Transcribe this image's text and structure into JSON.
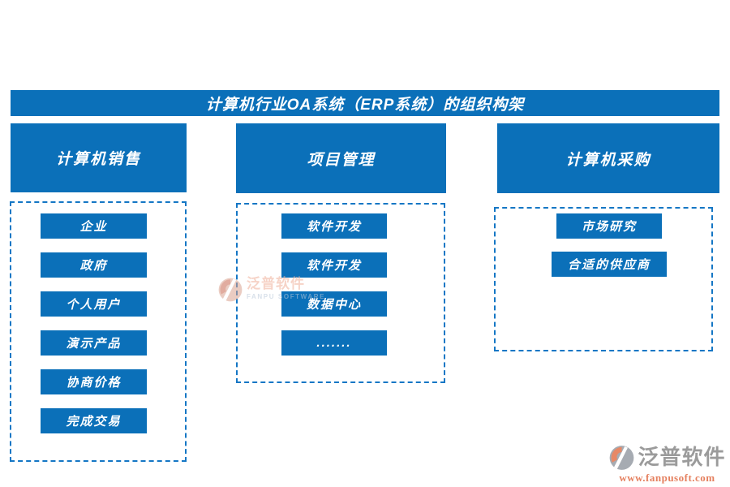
{
  "title": "计算机行业OA系统（ERP系统）的组织构架",
  "colors": {
    "primary_blue": "#0b70b9",
    "dashed_border_blue": "#1577c5",
    "node_text": "#ffffff",
    "logo_gray": "#9b9b9b",
    "logo_salmon": "#e5805f",
    "watermark_salmon": "#f0b09a",
    "watermark_blue_gray": "#b9c8d9"
  },
  "columns": [
    {
      "header": "计算机销售",
      "items": [
        "企业",
        "政府",
        "个人用户",
        "演示产品",
        "协商价格",
        "完成交易"
      ]
    },
    {
      "header": "项目管理",
      "items": [
        "软件开发",
        "软件开发",
        "数据中心",
        "......."
      ]
    },
    {
      "header": "计算机采购",
      "items": [
        "市场研究",
        "合适的供应商"
      ]
    }
  ],
  "watermark": {
    "icon": "fanpu-logo-icon",
    "name": "泛普软件",
    "subtitle": "FANPU SOFTWARE"
  },
  "footer_logo": {
    "icon": "fanpu-logo-icon",
    "name": "泛普软件",
    "url": "www.fanpusoft.com"
  }
}
